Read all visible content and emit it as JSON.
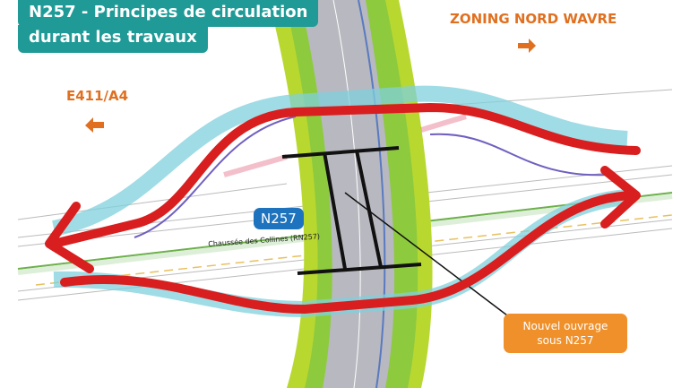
{
  "title": {
    "line1": "N257 - Principes de circulation",
    "line2": "durant les travaux",
    "bg_color": "#1f9a96"
  },
  "destinations": [
    {
      "label": "ZONING NORD WAVRE",
      "arrow": "arrow-right-icon",
      "color": "#e07020"
    },
    {
      "label": "E411/A4",
      "arrow": "arrow-left-icon",
      "color": "#e07020"
    }
  ],
  "road_badge": {
    "label": "N257",
    "color": "#1e73be"
  },
  "road_name": "Chaussée des Collines (RN257)",
  "callout": {
    "label_line1": "Nouvel ouvrage",
    "label_line2": "sous N257",
    "color": "#f0902a"
  },
  "traffic_arrows": {
    "color": "#d81e1e",
    "directions": [
      "west",
      "east"
    ]
  },
  "plan_colors": {
    "bridge_road": "#b8b8c0",
    "embankment": "#b8d830",
    "green_verge": "#6cc04a",
    "temporary_lanes": "#7fd0dc",
    "hatching": "#e0607a",
    "purple_lines": "#9b4fc0"
  }
}
